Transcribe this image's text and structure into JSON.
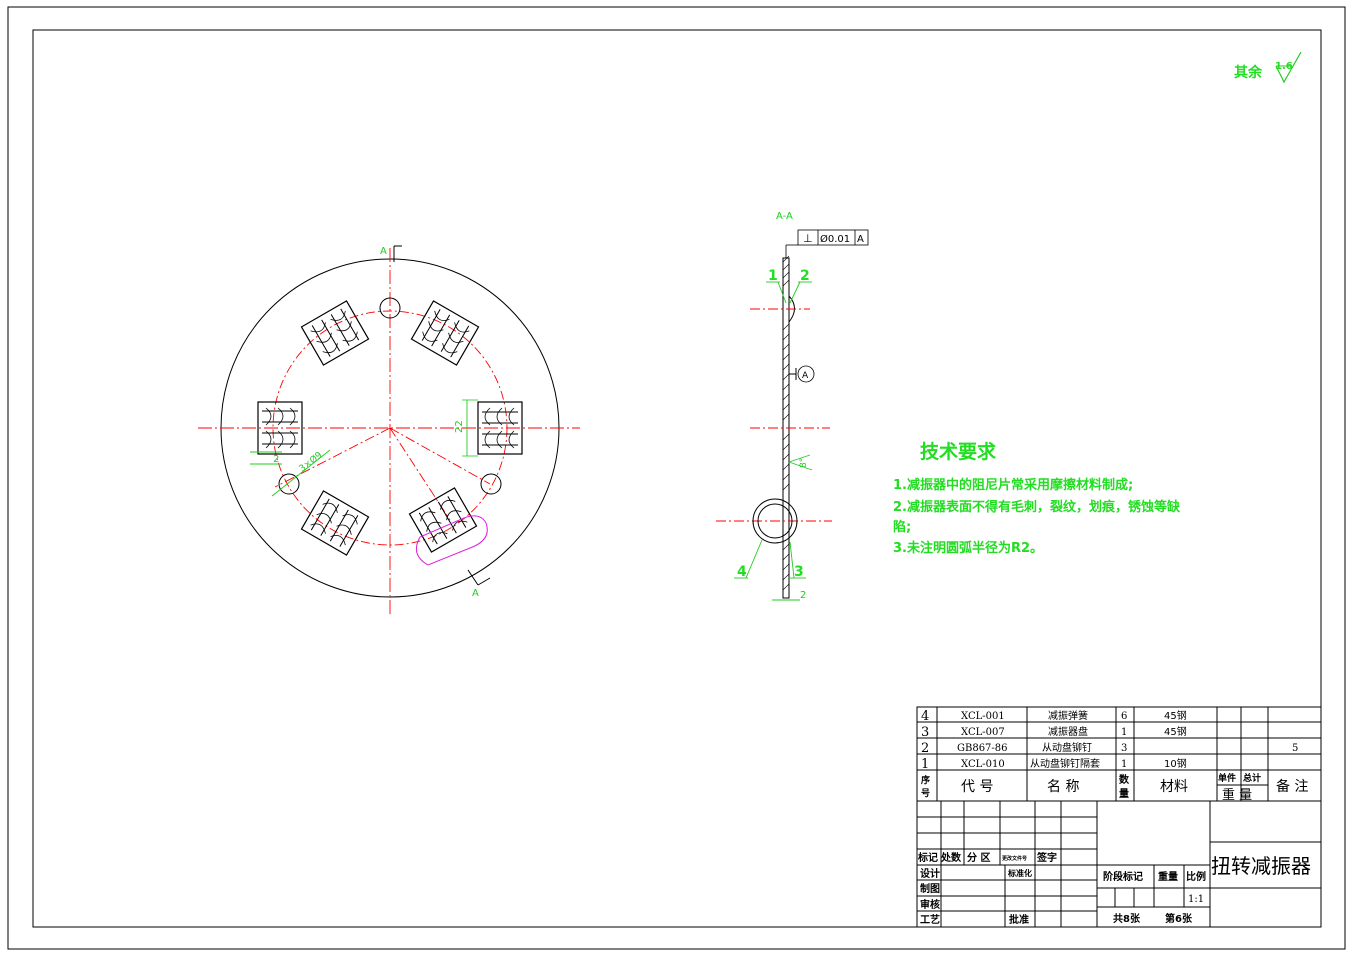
{
  "roughness": {
    "label": "其余",
    "value": "1.6"
  },
  "section_label": "A-A",
  "section_mark_top": "A",
  "section_mark_bottom": "A",
  "datum_label": "A",
  "tolerance": {
    "symbol": "⊥",
    "value": "Ø0.01",
    "datum": "A"
  },
  "dims": {
    "holes": "3×Ø9",
    "width": "22",
    "gap": "2",
    "angle": "8°",
    "thickness": "2"
  },
  "callouts": [
    "1",
    "2",
    "3",
    "4"
  ],
  "tech": {
    "title": "技术要求",
    "lines": [
      "1.减振器中的阻尼片常采用摩擦材料制成;",
      "2.减振器表面不得有毛刺，裂纹，划痕，锈蚀等缺",
      "陷;",
      "3.未注明圆弧半径为R2。"
    ]
  },
  "bom": {
    "rows": [
      {
        "no": "4",
        "code": "XCL-001",
        "name": "减振弹簧",
        "qty": "6",
        "material": "45钢",
        "note": ""
      },
      {
        "no": "3",
        "code": "XCL-007",
        "name": "减振器盘",
        "qty": "1",
        "material": "45钢",
        "note": ""
      },
      {
        "no": "2",
        "code": "GB867-86",
        "name": "从动盘铆钉",
        "qty": "3",
        "material": "",
        "note": "5"
      },
      {
        "no": "1",
        "code": "XCL-010",
        "name": "从动盘铆钉隔套",
        "qty": "1",
        "material": "10钢",
        "note": ""
      }
    ],
    "header": {
      "no_a": "序",
      "no_b": "号",
      "code": "代 号",
      "name": "名  称",
      "qty_a": "数",
      "qty_b": "量",
      "material": "材料",
      "unit": "单件",
      "total": "总计",
      "weight": "重 量",
      "note": "备 注"
    }
  },
  "title_block": {
    "title": "扭转减振器",
    "mark": "标记",
    "count": "处数",
    "zone": "分 区",
    "change_doc": "更改文件号",
    "sign": "签字",
    "design": "设计",
    "standard": "标准化",
    "drawing": "制图",
    "review": "审核",
    "process": "工艺",
    "approve": "批准",
    "stage": "阶段标记",
    "weight": "重量",
    "scale_label": "比例",
    "scale": "1:1",
    "sheets_total": "共8张",
    "sheet_no": "第6张"
  }
}
